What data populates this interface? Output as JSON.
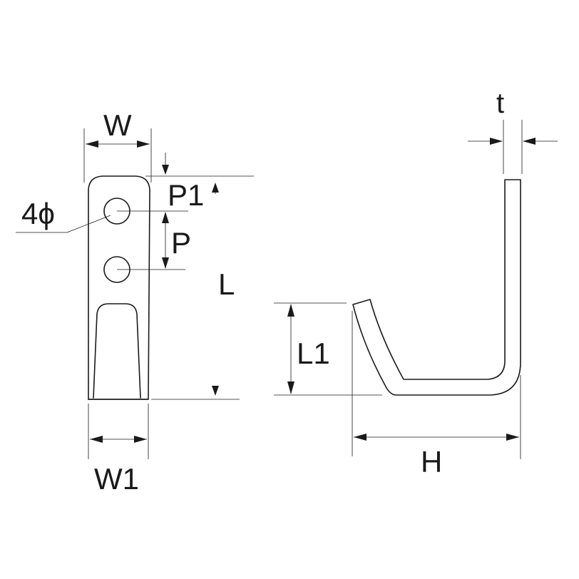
{
  "labels": {
    "w": "W",
    "p1": "P1",
    "hole": "4ϕ",
    "p": "P",
    "l": "L",
    "w1": "W1",
    "t": "t",
    "l1": "L1",
    "h": "H"
  }
}
